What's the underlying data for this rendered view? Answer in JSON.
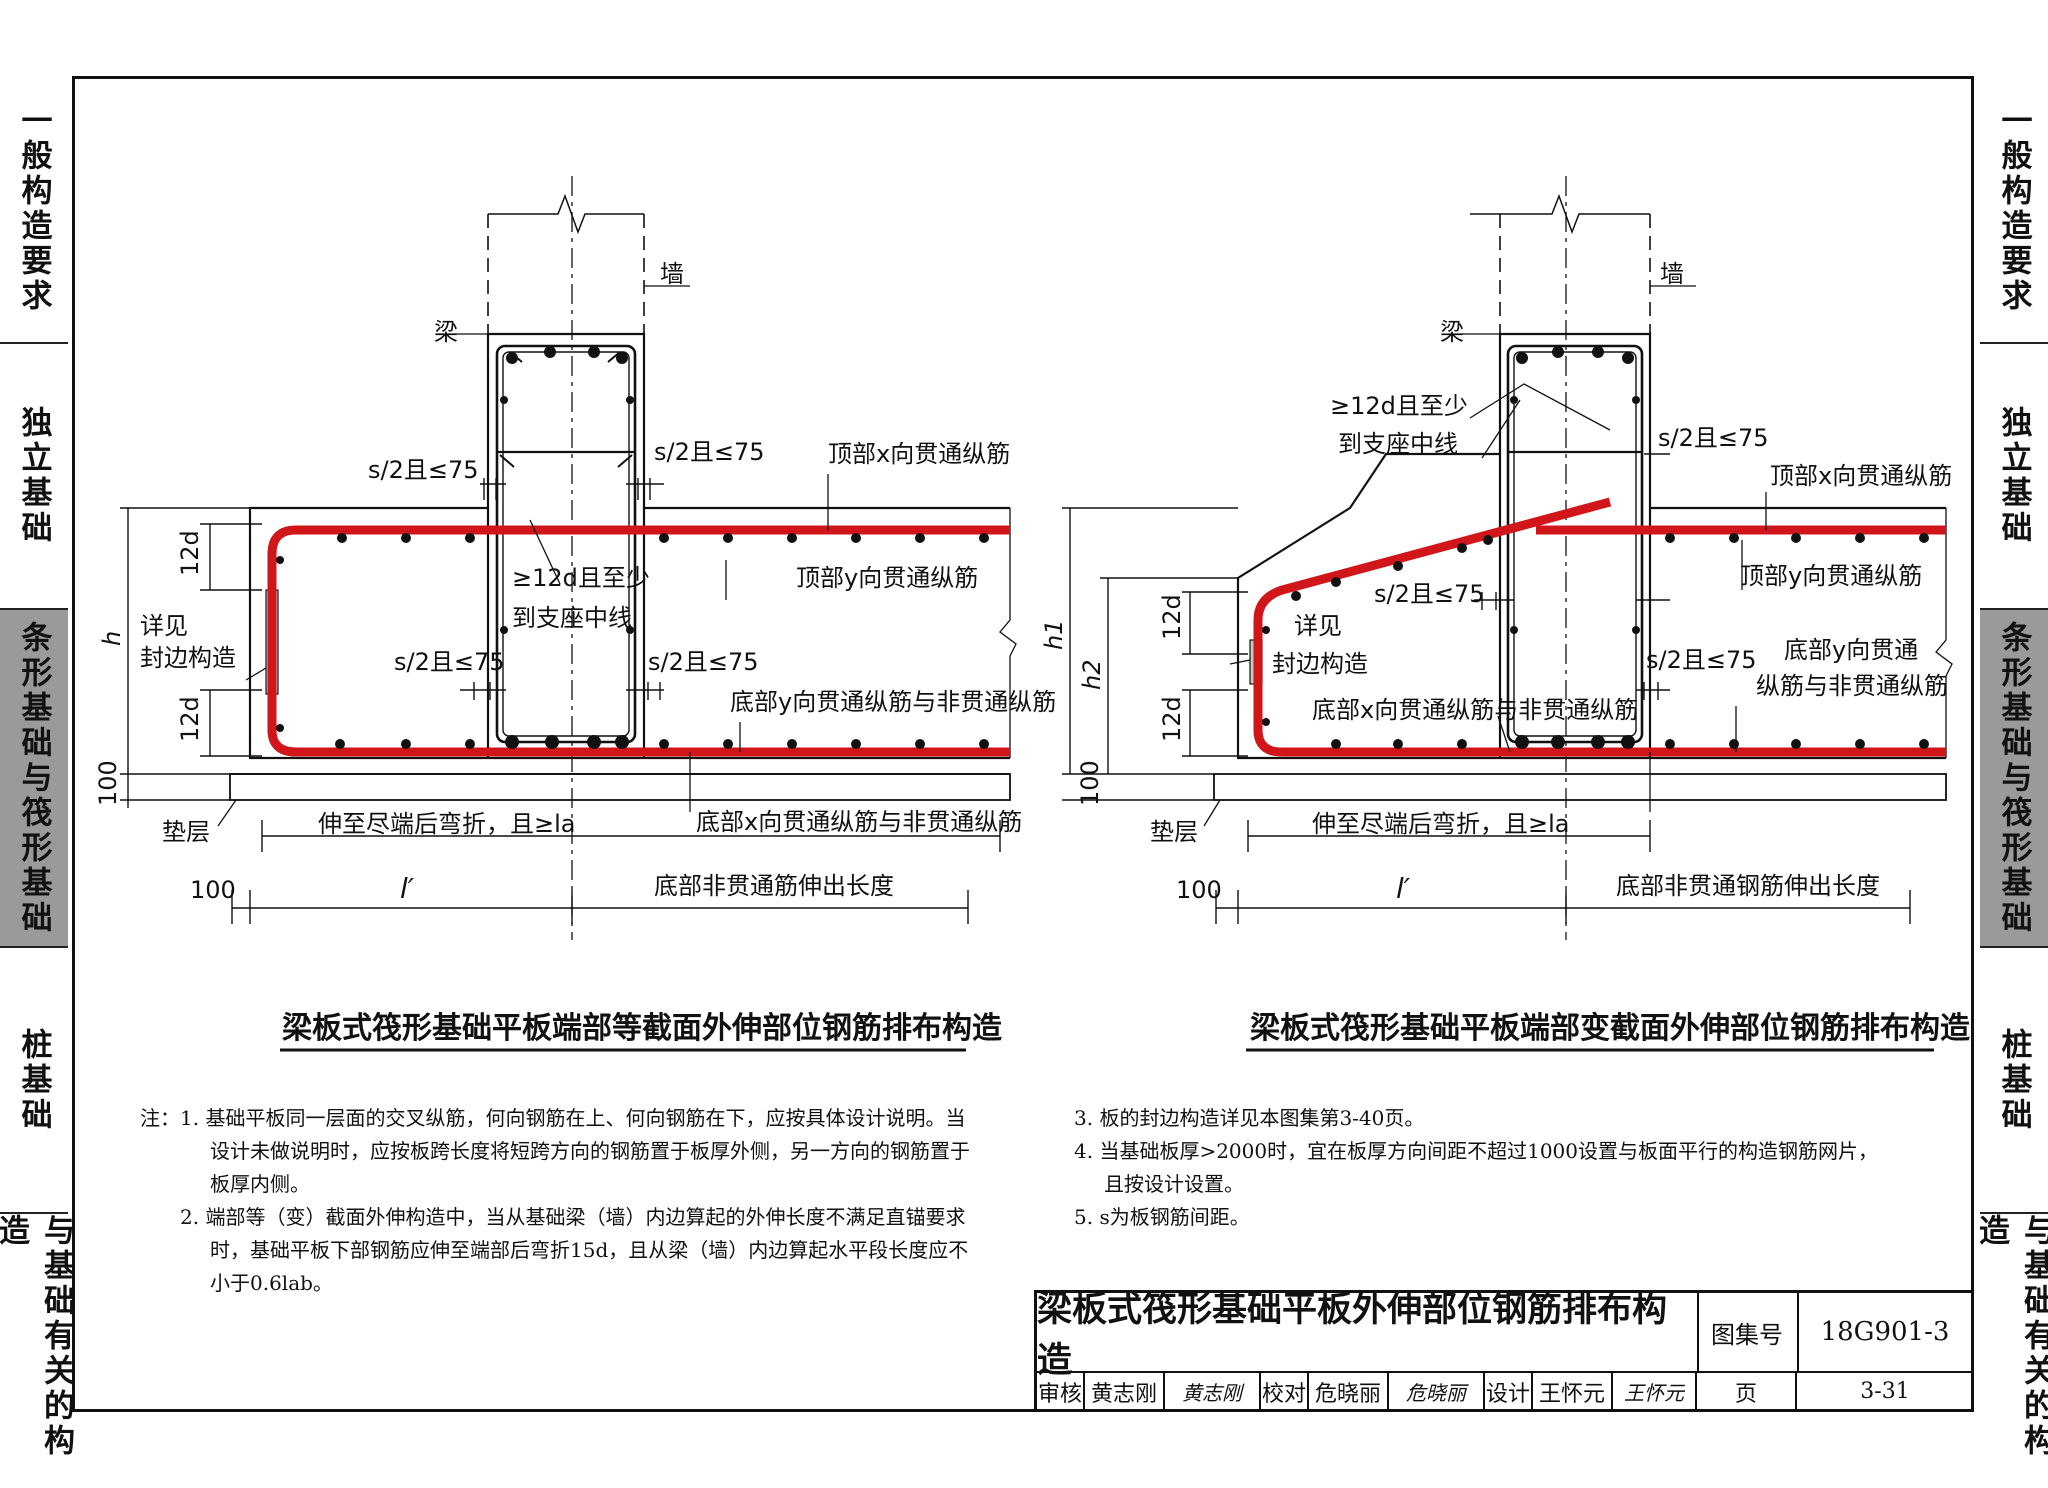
{
  "side_tabs": {
    "left": [
      {
        "label": "一般构造要求",
        "active": false
      },
      {
        "label": "独立基础",
        "active": false
      },
      {
        "label": "条形基础与筏形基础",
        "active": true
      },
      {
        "label": "桩基础",
        "active": false
      },
      {
        "label": "与基础有关的构造",
        "active": false
      }
    ],
    "right": [
      {
        "label": "一般构造要求",
        "active": false
      },
      {
        "label": "独立基础",
        "active": false
      },
      {
        "label": "条形基础与筏形基础",
        "active": true
      },
      {
        "label": "桩基础",
        "active": false
      },
      {
        "label": "与基础有关的构造",
        "active": false
      }
    ]
  },
  "diagram_left": {
    "title": "梁板式筏形基础平板端部等截面外伸部位钢筋排布构造",
    "labels": {
      "wall": "墙",
      "beam": "梁",
      "s2_a": "s/2且≤75",
      "s2_b": "s/2且≤75",
      "s2_c": "s/2且≤75",
      "s2_d": "s/2且≤75",
      "top_x": "顶部x向贯通纵筋",
      "top_y": "顶部y向贯通纵筋",
      "anchor_1": "≥12d且至少",
      "anchor_2": "到支座中线",
      "see_1": "详见",
      "see_2": "封边构造",
      "bottom_y": "底部y向贯通纵筋与非贯通纵筋",
      "bottom_x": "底部x向贯通纵筋与非贯通纵筋",
      "cushion": "垫层",
      "extend": "伸至尽端后弯折，且≥la",
      "dim_100a": "100",
      "dim_100b": "100",
      "dim_l": "l′",
      "bottom_len": "底部非贯通筋伸出长度",
      "dim_h": "h",
      "dim_12d_a": "12d",
      "dim_12d_b": "12d"
    }
  },
  "diagram_right": {
    "title": "梁板式筏形基础平板端部变截面外伸部位钢筋排布构造",
    "labels": {
      "wall": "墙",
      "beam": "梁",
      "anchor_1": "≥12d且至少",
      "anchor_2": "到支座中线",
      "s2_a": "s/2且≤75",
      "s2_b": "s/2且≤75",
      "s2_c": "s/2且≤75",
      "top_x": "顶部x向贯通纵筋",
      "top_y": "顶部y向贯通纵筋",
      "see_1": "详见",
      "see_2": "封边构造",
      "bottom_y_1": "底部y向贯通",
      "bottom_y_2": "纵筋与非贯通纵筋",
      "bottom_x": "底部x向贯通纵筋与非贯通纵筋",
      "cushion": "垫层",
      "extend": "伸至尽端后弯折，且≥la",
      "dim_100a": "100",
      "dim_100b": "100",
      "dim_l": "l′",
      "bottom_len": "底部非贯通钢筋伸出长度",
      "dim_h1": "h1",
      "dim_h2": "h2",
      "dim_12d_a": "12d",
      "dim_12d_b": "12d"
    }
  },
  "notes": {
    "left": [
      "注：1. 基础平板同一层面的交叉纵筋，何向钢筋在上、何向钢筋在下，应按具体设计说明。当",
      "设计未做说明时，应按板跨长度将短跨方向的钢筋置于板厚外侧，另一方向的钢筋置于",
      "板厚内侧。",
      "2. 端部等（变）截面外伸构造中，当从基础梁（墙）内边算起的外伸长度不满足直锚要求",
      "时，基础平板下部钢筋应伸至端部后弯折15d，且从梁（墙）内边算起水平段长度应不",
      "小于0.6lab。"
    ],
    "right": [
      "3. 板的封边构造详见本图集第3-40页。",
      "4. 当基础板厚>2000时，宜在板厚方向间距不超过1000设置与板面平行的构造钢筋网片，",
      "且按设计设置。",
      "5. s为板钢筋间距。"
    ]
  },
  "title_block": {
    "title": "梁板式筏形基础平板外伸部位钢筋排布构造",
    "atlas_label": "图集号",
    "atlas_no": "18G901-3",
    "review_label": "审核",
    "review_name": "黄志刚",
    "review_sig": "黄志刚",
    "check_label": "校对",
    "check_name": "危晓丽",
    "check_sig": "危晓丽",
    "design_label": "设计",
    "design_name": "王怀元",
    "design_sig": "王怀元",
    "page_label": "页",
    "page_no": "3-31"
  },
  "colors": {
    "rebar": "#d0161b",
    "line": "#111111",
    "tab_active": "#9a9a9a"
  }
}
